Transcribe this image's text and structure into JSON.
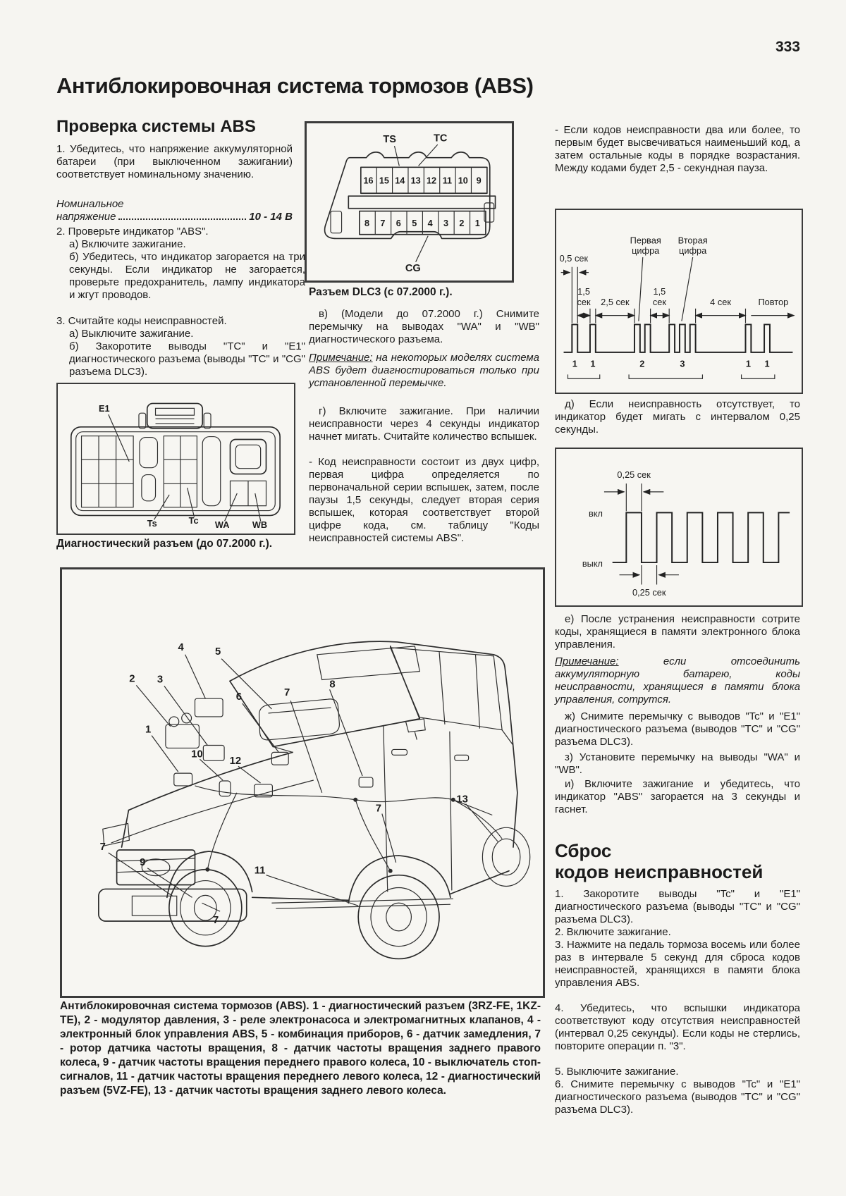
{
  "page": {
    "number": "333",
    "title": "Антиблокировочная система тормозов (ABS)"
  },
  "left": {
    "heading": "Проверка системы ABS",
    "p1": "1. Убедитесь, что напряжение аккумуляторной батареи (при выключенном зажигании) соответствует номинальному значению.",
    "spec_line1": "Номинальное",
    "spec_name": "напряжение",
    "spec_value": "10 - 14 В",
    "p2": "2. Проверьте индикатор \"ABS\".",
    "p2a": "а) Включите зажигание.",
    "p2b": "б) Убедитесь, что индикатор загорается на три секунды. Если индикатор не загорается, проверьте предохранитель, лампу индикатора и жгут проводов.",
    "p3": "3. Считайте коды неисправностей.",
    "p3a": "а) Выключите зажигание.",
    "p3b": "б) Закоротите выводы \"TC\" и \"E1\" диагностического разъема (выводы \"TC\" и \"CG\" разъема DLC3)."
  },
  "diag_connector": {
    "caption": "Диагностический разъем (до 07.2000 г.).",
    "label_e1": "E1",
    "label_ts": "Ts",
    "label_tc": "Tc",
    "label_wa": "WA",
    "label_wb": "WB"
  },
  "dlc3": {
    "caption": "Разъем DLC3 (с 07.2000 г.).",
    "label_ts": "TS",
    "label_tc": "TC",
    "label_cg": "CG",
    "pins_top": [
      "16",
      "15",
      "14",
      "13",
      "12",
      "11",
      "10",
      "9"
    ],
    "pins_bottom": [
      "8",
      "7",
      "6",
      "5",
      "4",
      "3",
      "2",
      "1"
    ]
  },
  "middle": {
    "p_v": "в) (Модели до 07.2000 г.) Снимите перемычку на выводах \"WA\" и \"WB\" диагностического разъема.",
    "note_label": "Примечание:",
    "note_text": " на некоторых моделях система ABS будет диагностироваться только при установленной перемычке.",
    "p_g": "г) Включите зажигание. При наличии неисправности через 4 секунды индикатор начнет мигать. Считайте количество вспышек.",
    "p_dash": "- Код неисправности состоит из двух цифр, первая цифра определяется по первоначальной серии вспышек, затем, после паузы 1,5 секунды, следует вторая серия вспышек, которая соответствует второй цифре кода, см. таблицу \"Коды неисправностей системы ABS\"."
  },
  "right": {
    "p_intro": "- Если кодов неисправности два или более, то первым будет высвечиваться наименьший код, а затем остальные коды в порядке возрастания. Между кодами будет 2,5 - секундная пауза.",
    "p_d": "д) Если неисправность отсутствует, то индикатор будет мигать с интервалом 0,25 секунды.",
    "p_e": "е) После устранения неисправности сотрите коды, хранящиеся в памяти электронного блока управления.",
    "note_label": "Примечание:",
    "note_text": " если отсоединить аккумуляторную батарею, коды неисправности, хранящиеся в памяти блока управления, сотрутся.",
    "p_zh": "ж) Снимите перемычку с выводов \"Tc\" и \"E1\" диагностического разъема (выводов \"TC\" и \"CG\" разъема DLC3).",
    "p_z": "з) Установите перемычку на выводы \"WA\" и \"WB\".",
    "p_i": "и) Включите зажигание и убедитесь, что индикатор \"ABS\" загорается на 3 секунды и гаснет.",
    "reset_heading1": "Сброс",
    "reset_heading2": "кодов неисправностей",
    "r1": "1. Закоротите выводы \"Tc\" и \"E1\" диагностического разъема (выводы \"TC\" и \"CG\" разъема DLC3).",
    "r2": "2. Включите зажигание.",
    "r3": "3. Нажмите на педаль тормоза восемь или более раз в интервале 5 секунд для сброса кодов неисправностей, хранящихся в памяти блока управления ABS.",
    "r4": "4. Убедитесь, что вспышки индикатора соответствуют коду отсутствия неисправностей (интервал 0,25 секунды). Если коды не стерлись, повторите операции п. \"3\".",
    "r5": "5. Выключите зажигание.",
    "r6": "6. Снимите перемычку с выводов \"Tc\" и \"E1\" диагностического разъема (выводов \"TC\" и \"CG\" разъема DLC3)."
  },
  "timing1": {
    "pulse_width_label": "0,5 сек",
    "first_digit_l1": "Первая",
    "first_digit_l2": "цифра",
    "second_digit_l1": "Вторая",
    "second_digit_l2": "цифра",
    "pause_15a_l1": "1,5",
    "pause_15a_l2": "сек",
    "pause_25": "2,5 сек",
    "pause_15b_l1": "1,5",
    "pause_15b_l2": "сек",
    "pause_4": "4 сек",
    "repeat": "Повтор",
    "counts": [
      "1",
      "1",
      "2",
      "3",
      "1",
      "1"
    ]
  },
  "timing2": {
    "interval_top": "0,25 сек",
    "on_label": "вкл",
    "off_label": "выкл",
    "interval_bottom": "0,25 сек"
  },
  "car": {
    "caption": "Антиблокировочная система тормозов (ABS). 1 - диагностический разъем (3RZ-FE, 1KZ-TE), 2 - модулятор давления, 3 - реле электронасоса и электромагнитных клапанов, 4 - электронный блок управления ABS, 5 - комбинация приборов, 6 - датчик замедления, 7 - ротор датчика частоты вращения, 8 - датчик частоты вращения заднего правого колеса, 9 - датчик частоты вращения переднего правого колеса, 10 - выключатель стоп-сигналов, 11 - датчик частоты вращения переднего левого колеса, 12 - диагностический разъем (5VZ-FE), 13 - датчик частоты вращения заднего левого колеса.",
    "callouts": [
      "4",
      "5",
      "2",
      "3",
      "6",
      "7",
      "8",
      "1",
      "10",
      "12",
      "7",
      "9",
      "11",
      "7",
      "7",
      "13"
    ]
  }
}
